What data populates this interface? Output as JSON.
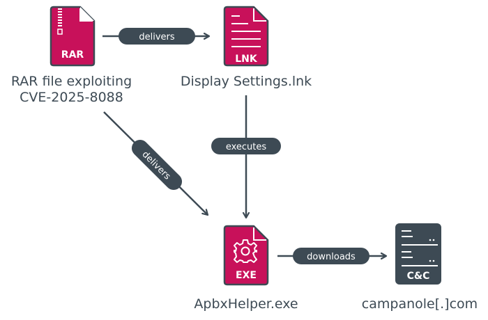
{
  "colors": {
    "file_fill": "#c8115a",
    "outline": "#3d4a54",
    "pill": "#3d4a54",
    "pill_text": "#ffffff",
    "server_fill": "#3d4a54"
  },
  "nodes": {
    "rar": {
      "icon": "rar-archive-icon",
      "badge": "RAR",
      "label_line1": "RAR file exploiting",
      "label_line2": "CVE-2025-8088"
    },
    "lnk": {
      "icon": "shortcut-file-icon",
      "badge": "LNK",
      "label": "Display Settings.lnk"
    },
    "exe": {
      "icon": "executable-gear-icon",
      "badge": "EXE",
      "label": "ApbxHelper.exe"
    },
    "cnc": {
      "icon": "server-icon",
      "badge": "C&C",
      "label": "campanole[.]com"
    }
  },
  "edges": {
    "rar_to_lnk": {
      "from": "rar",
      "to": "lnk",
      "label": "delivers"
    },
    "rar_to_exe": {
      "from": "rar",
      "to": "exe",
      "label": "delivers"
    },
    "lnk_to_exe": {
      "from": "lnk",
      "to": "exe",
      "label": "executes"
    },
    "exe_to_cnc": {
      "from": "exe",
      "to": "cnc",
      "label": "downloads"
    }
  }
}
